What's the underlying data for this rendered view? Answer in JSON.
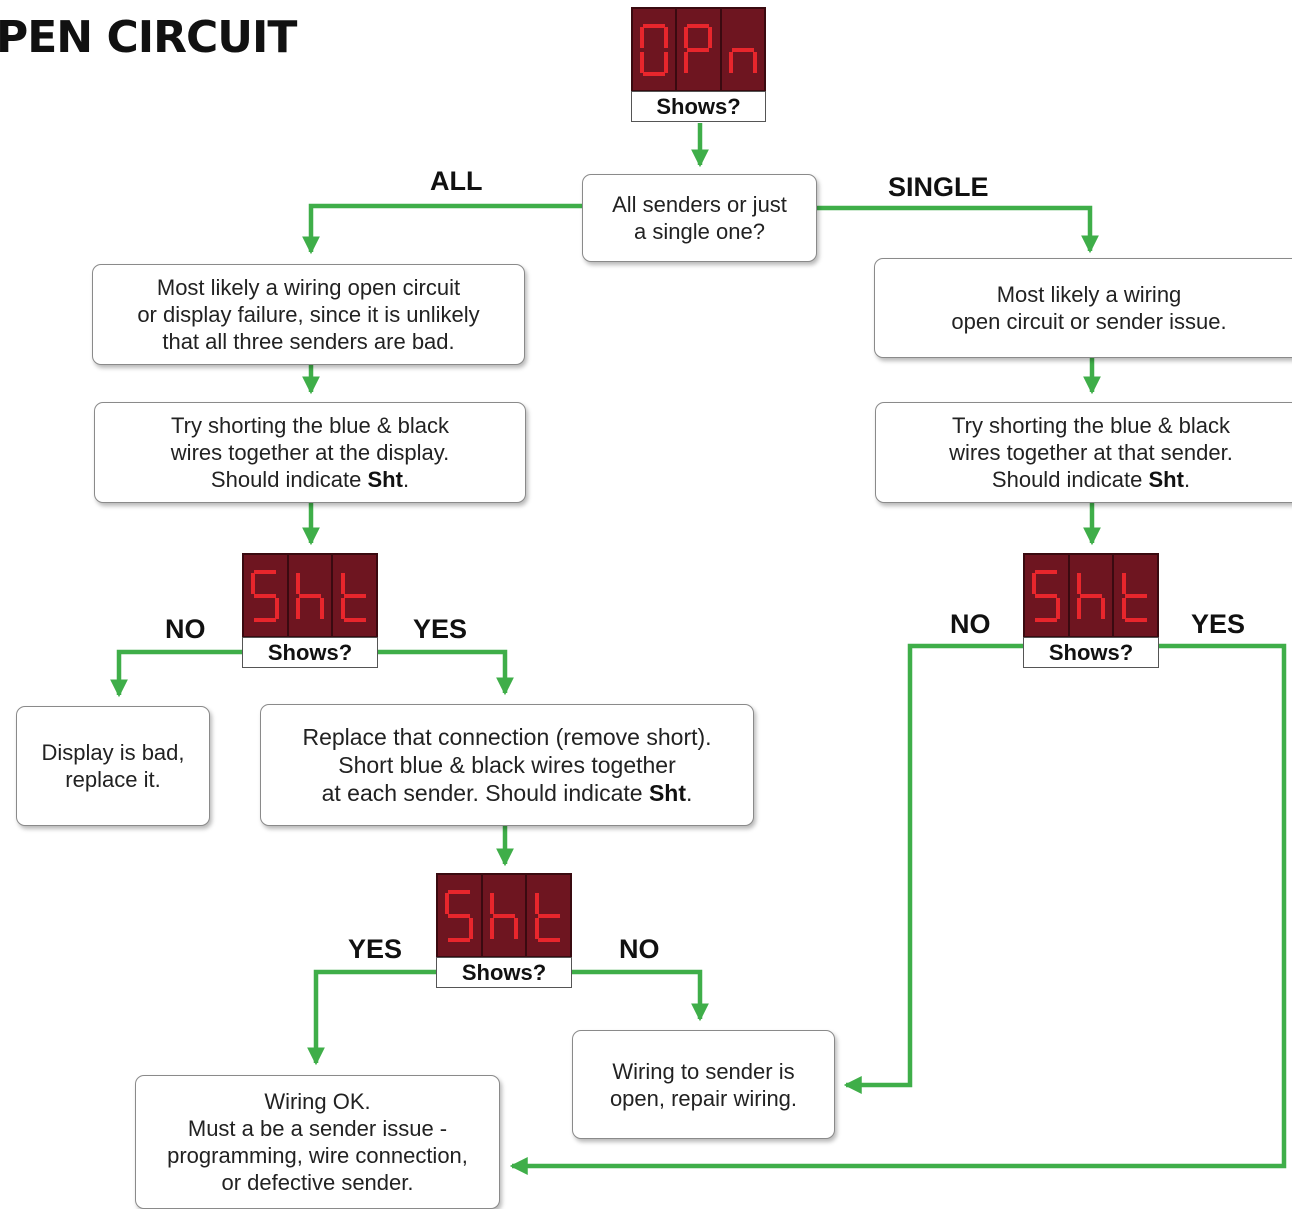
{
  "title": "PEN CIRCUIT",
  "colors": {
    "connector": "#3fae49",
    "display_bg": "#6e1520",
    "segment": "#e8262c"
  },
  "displays": [
    {
      "id": "opn",
      "glyphs": [
        "O",
        "P",
        "n"
      ],
      "caption": "Shows?"
    },
    {
      "id": "sht-display",
      "glyphs": [
        "S",
        "h",
        "t"
      ],
      "caption": "Shows?"
    },
    {
      "id": "sht-single",
      "glyphs": [
        "S",
        "h",
        "t"
      ],
      "caption": "Shows?"
    },
    {
      "id": "sht-each",
      "glyphs": [
        "S",
        "h",
        "t"
      ],
      "caption": "Shows?"
    }
  ],
  "boxes": {
    "question": {
      "lines": [
        "All senders or just",
        "a single one?"
      ]
    },
    "all_likely": {
      "lines": [
        "Most likely a wiring open circuit",
        "or display failure, since it is unlikely",
        "that all three senders are bad."
      ]
    },
    "single_likely": {
      "lines": [
        "Most likely a wiring",
        "open circuit or sender issue."
      ]
    },
    "all_try": {
      "lines": [
        "Try shorting the blue & black",
        "wires together at the display."
      ],
      "pre": "Should indicate ",
      "bold": "Sht",
      "post": "."
    },
    "single_try": {
      "lines": [
        "Try shorting the blue & black",
        "wires together at that sender."
      ],
      "pre": "Should indicate ",
      "bold": "Sht",
      "post": "."
    },
    "display_bad": {
      "lines": [
        "Display is bad,",
        "replace it."
      ]
    },
    "replace": {
      "lines": [
        "Replace that connection (remove short).",
        "Short blue & black wires together"
      ],
      "pre": "at each sender. Should indicate ",
      "bold": "Sht",
      "post": "."
    },
    "wiring_repair": {
      "lines": [
        "Wiring to sender is",
        "open, repair wiring."
      ]
    },
    "wiring_ok": {
      "lines": [
        "Wiring OK.",
        "Must a be a sender issue -",
        "programming, wire connection,",
        "or defective sender."
      ]
    }
  },
  "labels": {
    "all": "ALL",
    "single": "SINGLE",
    "no_1": "NO",
    "yes_1": "YES",
    "no_2": "NO",
    "yes_2": "YES",
    "yes_3": "YES",
    "no_3": "NO"
  }
}
